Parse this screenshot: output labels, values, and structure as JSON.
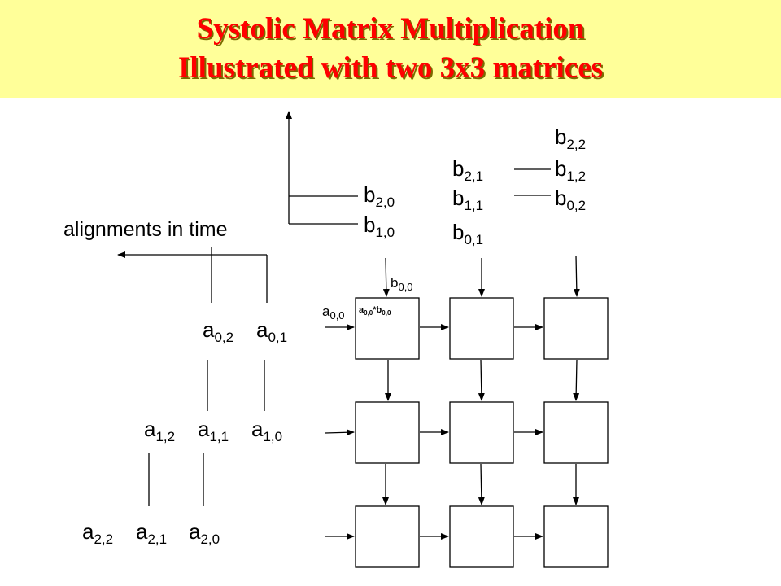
{
  "title": {
    "line1": "Systolic Matrix Multiplication",
    "line2": "Illustrated with two 3x3 matrices"
  },
  "alignment_label": "alignments in time",
  "b_labels": [
    {
      "id": "b20",
      "letter": "b",
      "sub": "2,0"
    },
    {
      "id": "b10",
      "letter": "b",
      "sub": "1,0"
    },
    {
      "id": "b21",
      "letter": "b",
      "sub": "2,1"
    },
    {
      "id": "b11",
      "letter": "b",
      "sub": "1,1"
    },
    {
      "id": "b01",
      "letter": "b",
      "sub": "0,1"
    },
    {
      "id": "b22",
      "letter": "b",
      "sub": "2,2"
    },
    {
      "id": "b12",
      "letter": "b",
      "sub": "1,2"
    },
    {
      "id": "b02",
      "letter": "b",
      "sub": "0,2"
    },
    {
      "id": "b00",
      "letter": "b",
      "sub": "0,0"
    }
  ],
  "a_labels": [
    {
      "id": "a02",
      "letter": "a",
      "sub": "0,2"
    },
    {
      "id": "a01",
      "letter": "a",
      "sub": "0,1"
    },
    {
      "id": "a12",
      "letter": "a",
      "sub": "1,2"
    },
    {
      "id": "a11",
      "letter": "a",
      "sub": "1,1"
    },
    {
      "id": "a10",
      "letter": "a",
      "sub": "1,0"
    },
    {
      "id": "a22",
      "letter": "a",
      "sub": "2,2"
    },
    {
      "id": "a21",
      "letter": "a",
      "sub": "2,1"
    },
    {
      "id": "a20",
      "letter": "a",
      "sub": "2,0"
    },
    {
      "id": "a00",
      "letter": "a",
      "sub": "0,0"
    }
  ],
  "cell_product": {
    "a_letter": "a",
    "a_sub": "0,0",
    "op": "*",
    "b_letter": "b",
    "b_sub": "0,0"
  },
  "grid": {
    "rows": 3,
    "cols": 3
  }
}
